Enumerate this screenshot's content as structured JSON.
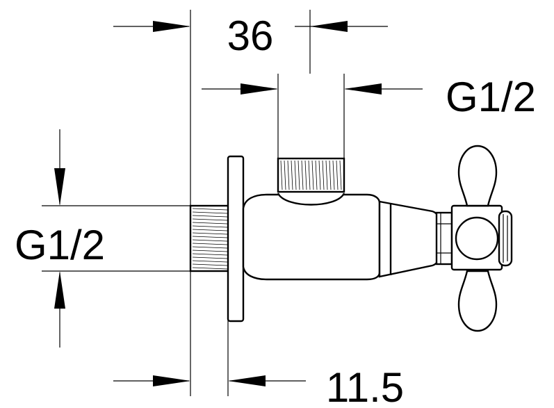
{
  "drawing": {
    "dimension_top_width": "36",
    "dimension_outlet_thread": "G1/2",
    "dimension_inlet_thread": "G1/2",
    "dimension_bottom_offset": "11.5"
  }
}
